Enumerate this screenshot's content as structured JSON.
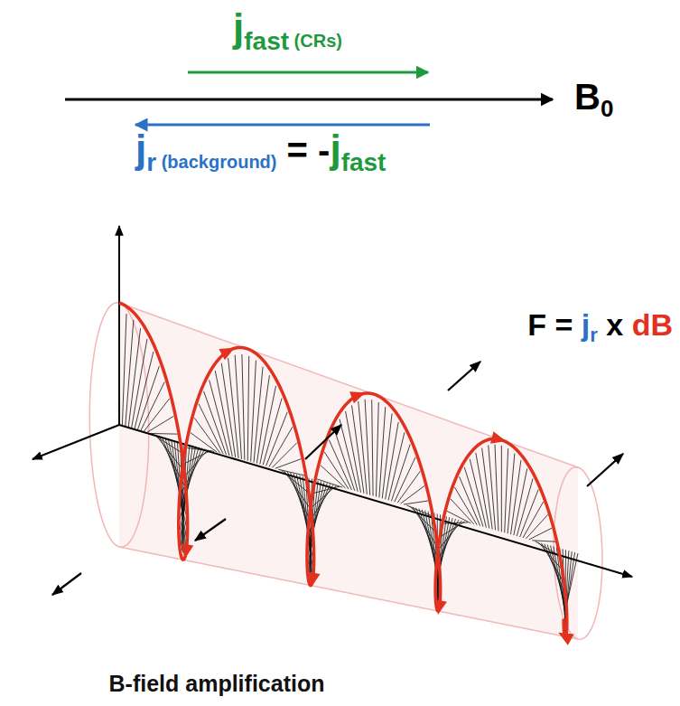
{
  "diagram": {
    "caption": "B-field amplification",
    "labels": [
      "jfast (CRs)",
      "B0",
      "jr (background) = -jfast",
      "F = jr x dB"
    ]
  }
}
